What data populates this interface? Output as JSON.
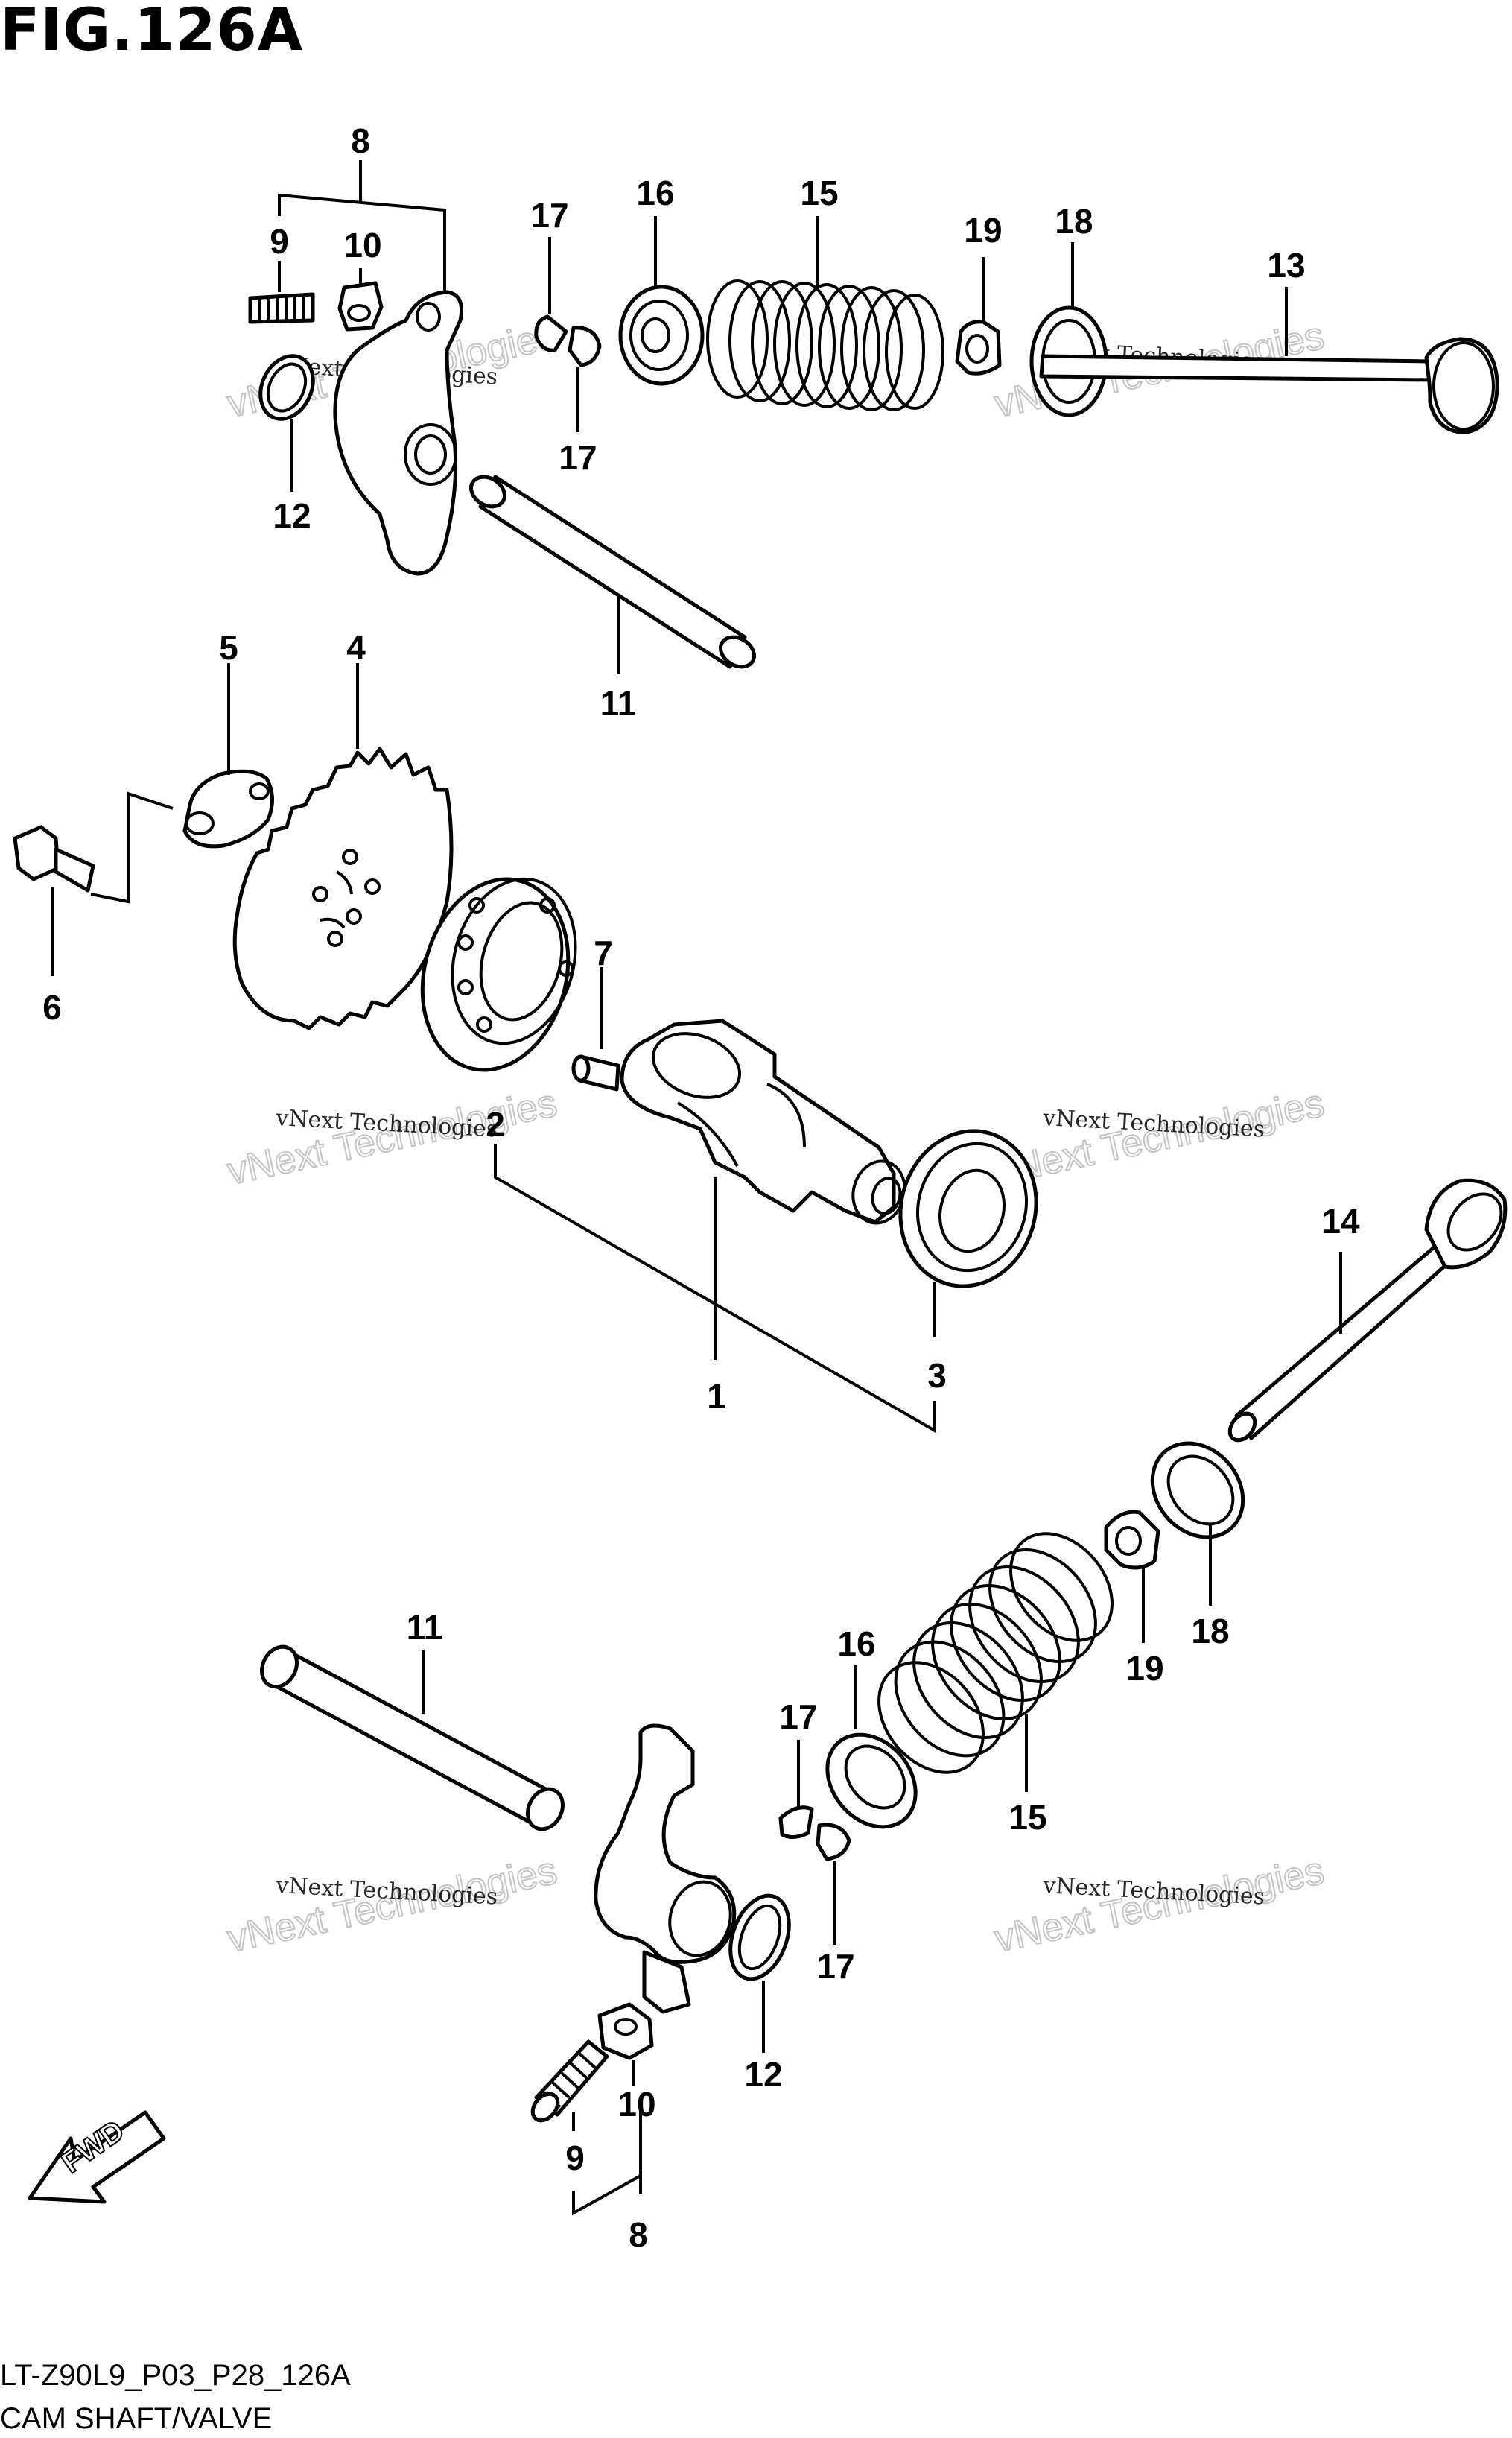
{
  "figure": {
    "title": "FIG.126A",
    "code": "LT-Z90L9_P03_P28_126A",
    "name": "CAM SHAFT/VALVE"
  },
  "watermark": {
    "line1": "vNext Technologies",
    "line2": "vNext Technologies"
  },
  "direction_label": "FWD",
  "callouts": {
    "c1": "1",
    "c2": "2",
    "c3": "3",
    "c4": "4",
    "c5": "5",
    "c6": "6",
    "c7": "7",
    "c8a": "8",
    "c9a": "9",
    "c10a": "10",
    "c11a": "11",
    "c12a": "12",
    "c13": "13",
    "c14": "14",
    "c15a": "15",
    "c16a": "16",
    "c17a": "17",
    "c17b": "17",
    "c18a": "18",
    "c19a": "19",
    "c11b": "11",
    "c12b": "12",
    "c15b": "15",
    "c16b": "16",
    "c17c": "17",
    "c17d": "17",
    "c18b": "18",
    "c19b": "19",
    "c8b": "8",
    "c9b": "9",
    "c10b": "10"
  }
}
